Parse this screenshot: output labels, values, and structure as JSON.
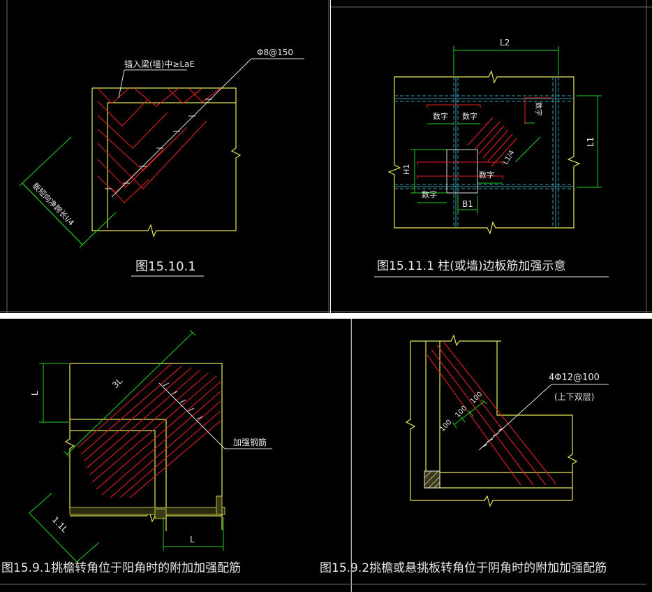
{
  "panel_tl": {
    "anchor_label": "锚入梁(墙)中≥LaE",
    "rebar_label": "Φ8@150",
    "length_label": "板短向净跨长l/4",
    "caption": "图15.10.1"
  },
  "panel_tr": {
    "l2": "L2",
    "l1": "L1",
    "h1": "H1",
    "b1": "B1",
    "l1_4": "L1/4",
    "num_a": "数字",
    "num_b": "数字",
    "num_c": "数字",
    "num_d": "数字",
    "num_e": "数字",
    "caption": "图15.11.1 柱(或墙)边板筋加强示意"
  },
  "panel_bl": {
    "dim_l_vert": "L",
    "dim_3l": "3L",
    "dim_11l": "1.1L",
    "dim_l_horiz": "L",
    "rebar_label": "加强钢筋",
    "caption": "图15.9.1挑檐转角位于阳角时的附加加强配筋"
  },
  "panel_br": {
    "rebar_label": "4Φ12@100",
    "rebar_sub": "(上下双层)",
    "dim_100_a": "100",
    "dim_100_b": "100",
    "dim_100_c": "100",
    "caption": "图15.9.2挑檐或悬挑板转角位于阴角时的附加加强配筋"
  },
  "colors": {
    "background": "#000000",
    "concrete": "#e8e85a",
    "rebar": "#e32020",
    "dimension": "#1fd21f",
    "text": "#e8e8e8",
    "axis": "#3a9aa8",
    "separator": "#ffffff"
  }
}
